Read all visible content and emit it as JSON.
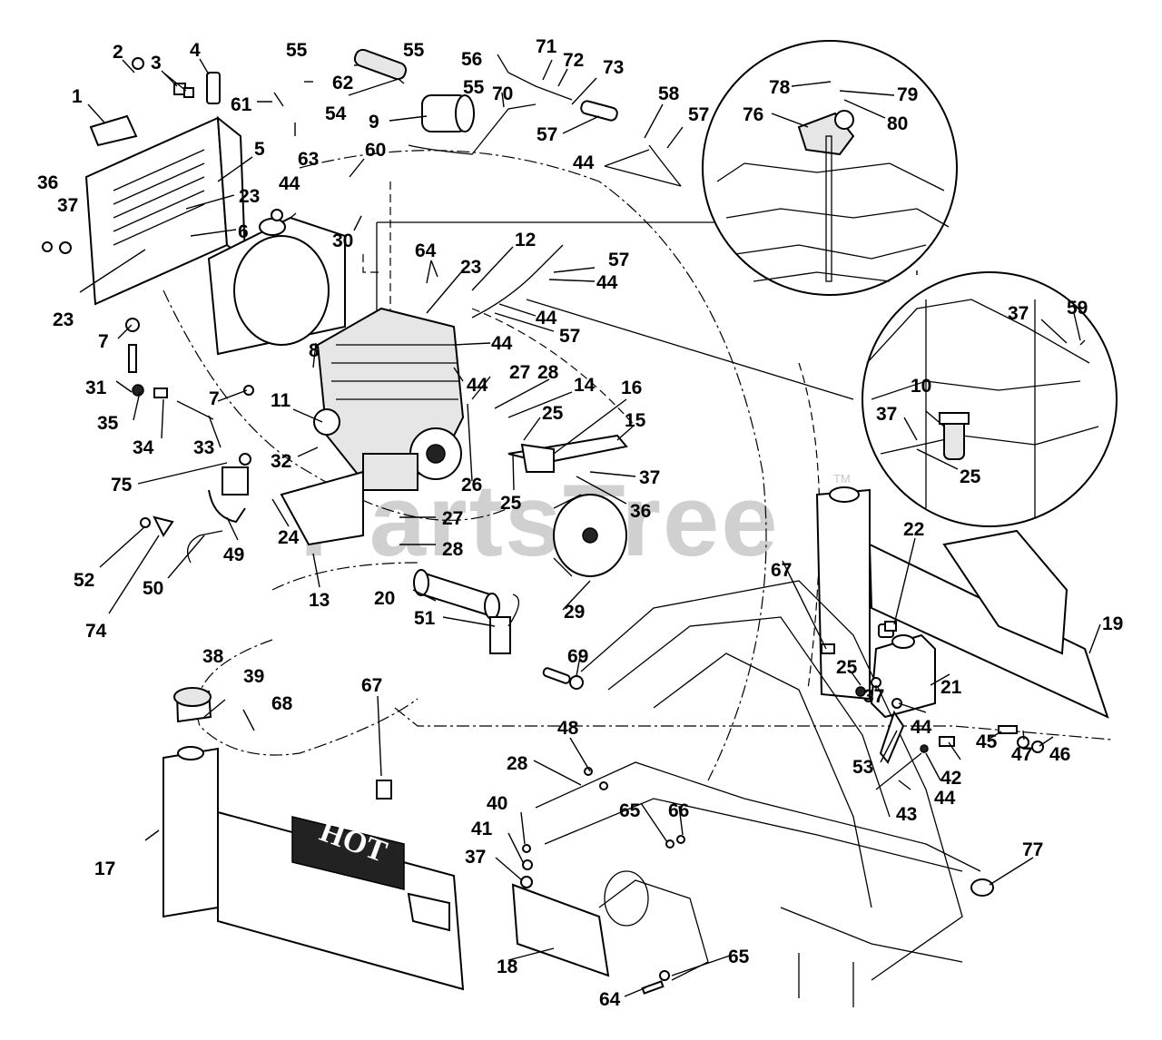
{
  "watermark": "PartsTree",
  "trademark": "TM",
  "decal_text": "HOT",
  "callouts": [
    "1",
    "2",
    "3",
    "4",
    "5",
    "6",
    "7",
    "8",
    "9",
    "10",
    "11",
    "12",
    "13",
    "14",
    "15",
    "16",
    "17",
    "18",
    "19",
    "20",
    "21",
    "22",
    "23",
    "24",
    "25",
    "26",
    "27",
    "28",
    "29",
    "30",
    "31",
    "32",
    "33",
    "34",
    "35",
    "36",
    "37",
    "38",
    "39",
    "40",
    "41",
    "42",
    "43",
    "44",
    "45",
    "46",
    "47",
    "48",
    "49",
    "50",
    "51",
    "52",
    "53",
    "54",
    "55",
    "56",
    "57",
    "58",
    "59",
    "60",
    "61",
    "62",
    "63",
    "64",
    "65",
    "66",
    "67",
    "68",
    "69",
    "70",
    "71",
    "72",
    "73",
    "74",
    "75",
    "76",
    "77",
    "78",
    "79",
    "80"
  ]
}
